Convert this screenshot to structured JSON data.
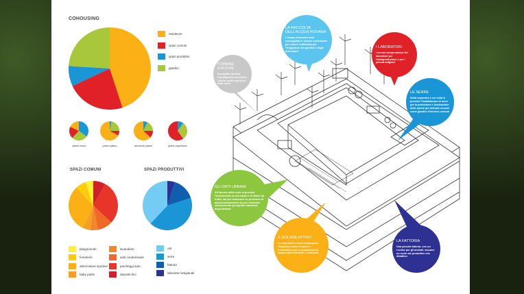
{
  "colors": {
    "residenze": "#fbb116",
    "comuni": "#e02128",
    "produttivi": "#1a96d6",
    "giardini": "#a8c73a"
  },
  "chart_data": [
    {
      "type": "pie",
      "title": "COHOUSING",
      "segments": [
        {
          "label": "residenze",
          "value": 45,
          "color": "#fbb116"
        },
        {
          "label": "spazi comuni",
          "value": 23,
          "color": "#e02128"
        },
        {
          "label": "spazi produttivi",
          "value": 8,
          "color": "#1a96d6"
        },
        {
          "label": "giardini",
          "value": 24,
          "color": "#a8c73a"
        }
      ]
    },
    {
      "type": "pie",
      "title": "piano terra",
      "segments": [
        {
          "label": "spazi produttivi",
          "value": 35,
          "color": "#1a96d6"
        },
        {
          "label": "giardini",
          "value": 27,
          "color": "#a8c73a"
        },
        {
          "label": "spazi comuni",
          "value": 20,
          "color": "#e02128"
        },
        {
          "label": "residenze",
          "value": 18,
          "color": "#fbb116"
        }
      ]
    },
    {
      "type": "pie",
      "title": "primo piano",
      "segments": [
        {
          "label": "spazi produttivi",
          "value": 3,
          "color": "#1a96d6"
        },
        {
          "label": "giardini",
          "value": 22,
          "color": "#a8c73a"
        },
        {
          "label": "spazi comuni",
          "value": 8,
          "color": "#e02128"
        },
        {
          "label": "residenze",
          "value": 67,
          "color": "#fbb116"
        }
      ]
    },
    {
      "type": "pie",
      "title": "secondo piano",
      "segments": [
        {
          "label": "spazi produttivi",
          "value": 7,
          "color": "#1a96d6"
        },
        {
          "label": "giardini",
          "value": 18,
          "color": "#a8c73a"
        },
        {
          "label": "spazi comuni",
          "value": 12,
          "color": "#e02128"
        },
        {
          "label": "residenze",
          "value": 63,
          "color": "#fbb116"
        }
      ]
    },
    {
      "type": "pie",
      "title": "piano coperture",
      "segments": [
        {
          "label": "spazi produttivi",
          "value": 10,
          "color": "#1a96d6"
        },
        {
          "label": "giardini",
          "value": 30,
          "color": "#a8c73a"
        },
        {
          "label": "spazi comuni",
          "value": 60,
          "color": "#e02128"
        }
      ]
    },
    {
      "type": "pie",
      "title": "SPAZI COMUNI",
      "segments": [
        {
          "label": "depositi bici",
          "value": 8,
          "color": "#d0202a"
        },
        {
          "label": "parcheggi auto",
          "value": 29,
          "color": "#e8352a"
        },
        {
          "label": "sale condominiali",
          "value": 10,
          "color": "#ee6a25"
        },
        {
          "label": "lavanderie",
          "value": 5,
          "color": "#f2862a"
        },
        {
          "label": "baby parks",
          "value": 5,
          "color": "#f6a023"
        },
        {
          "label": "attrezzature sportive",
          "value": 31,
          "color": "#fbb116"
        },
        {
          "label": "foresterie",
          "value": 7,
          "color": "#ffcc0a"
        },
        {
          "label": "playgrounds",
          "value": 5,
          "color": "#fff03a"
        }
      ]
    },
    {
      "type": "pie",
      "title": "SPAZI PRODUTTIVI",
      "segments": [
        {
          "label": "laboratori artigianali",
          "value": 5,
          "color": "#2e3192"
        },
        {
          "label": "fattoria",
          "value": 15,
          "color": "#0f5fae"
        },
        {
          "label": "serre",
          "value": 42,
          "color": "#1a96d6"
        },
        {
          "label": "orti",
          "value": 38,
          "color": "#74ccf4"
        }
      ]
    }
  ],
  "legend_comuni": [
    "playgrounds",
    "foresterie",
    "attrezzature sportive",
    "baby parks",
    "lavanderie",
    "sale condominiali",
    "parcheggi auto",
    "depositi bici"
  ],
  "legend_produttivi": [
    "orti",
    "serre",
    "fattoria",
    "laboratori artigianali"
  ],
  "bubbles": {
    "turbine": {
      "title": "Turbine eoliche",
      "text": "Il progetto ipotizza l'installazione di turbine eoliche sulla copertura della corte"
    },
    "acqua": {
      "title": "La raccolta dell'acqua piovana",
      "text": "L'acqua meteorica sarà convogliata in vasche sotterranee per essere riutilizzata per l'irrigazione dei giardini e degli orti urbani"
    },
    "laboratori": {
      "title": "I laboratori",
      "text": "I servizi comprendono dei laboratori per l'autoproduzione e per i piccoli artigiani"
    },
    "serre": {
      "title": "Le serre",
      "text": "Sulla copertura e sui solai si prevede l'installazione di serre per la protezione e incubazione delle piante più delicate nonché come giardini d'inverno comuni"
    },
    "orti": {
      "title": "Gli orti urbani",
      "text": "All'interno della corte si prevede l'inserimento di orti urbani e di alberi da frutto, sia per innescare un processo di autosostentamento sia per stimolare ulteriormente gli aspetti relazionali degli abitanti"
    },
    "solare": {
      "title": "Il solare attivo",
      "text": "Le coperture a shed sostengono l'impianto solare termico e fotovoltaico per la produzione di acqua calda sanitaria e elettricità"
    },
    "fattoria": {
      "title": "La fattoria",
      "text": "Una piccola fattoria, con un recinto per gli animali, assume un ruolo sia produttivo che didattico"
    }
  }
}
